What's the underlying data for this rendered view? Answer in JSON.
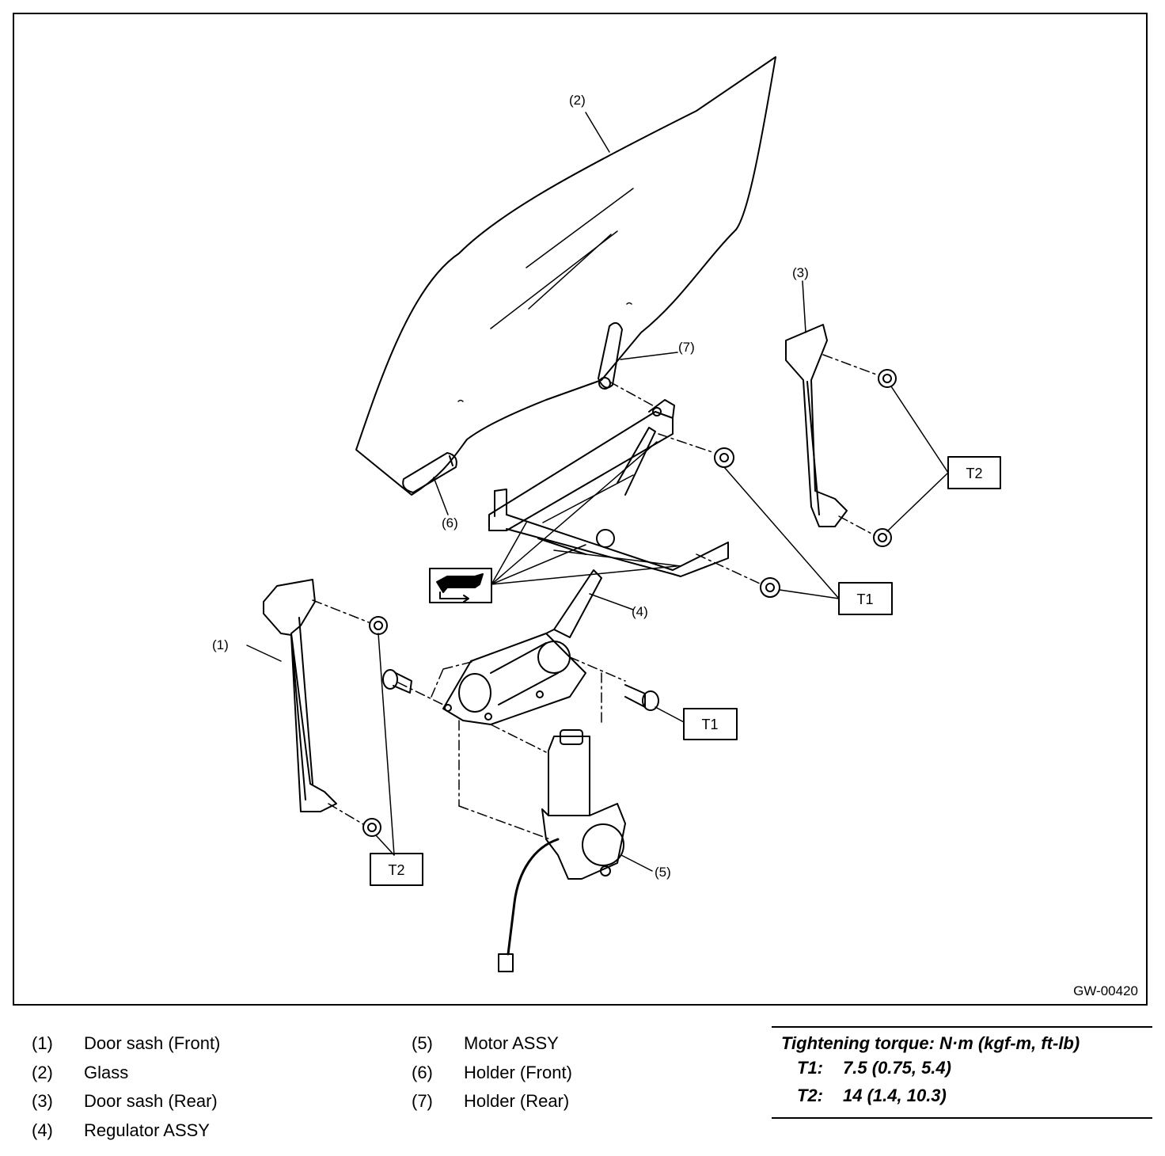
{
  "figure_id": "GW-00420",
  "callouts": {
    "c1": "(1)",
    "c2": "(2)",
    "c3": "(3)",
    "c4": "(4)",
    "c5": "(5)",
    "c6": "(6)",
    "c7": "(7)"
  },
  "torque_tags": {
    "t1_upper": "T1",
    "t1_lower": "T1",
    "t2_upper": "T2",
    "t2_lower": "T2"
  },
  "legend": {
    "column1": [
      {
        "num": "(1)",
        "label": "Door sash (Front)"
      },
      {
        "num": "(2)",
        "label": "Glass"
      },
      {
        "num": "(3)",
        "label": "Door sash (Rear)"
      },
      {
        "num": "(4)",
        "label": "Regulator ASSY"
      }
    ],
    "column2": [
      {
        "num": "(5)",
        "label": "Motor ASSY"
      },
      {
        "num": "(6)",
        "label": "Holder (Front)"
      },
      {
        "num": "(7)",
        "label": "Holder (Rear)"
      }
    ]
  },
  "torque": {
    "title": "Tightening torque: N·m (kgf-m, ft-lb)",
    "rows": [
      {
        "key": "T1:",
        "value": "7.5 (0.75, 5.4)"
      },
      {
        "key": "T2:",
        "value": "14 (1.4, 10.3)"
      }
    ]
  }
}
